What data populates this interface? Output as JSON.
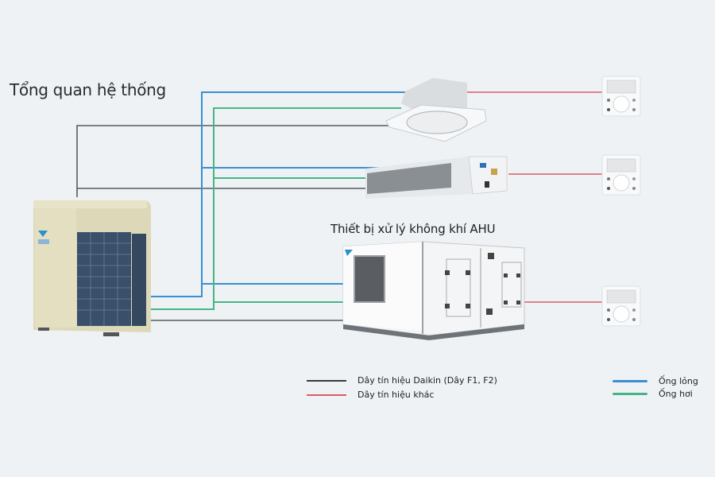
{
  "title": "Tổng quan hệ thống",
  "colors": {
    "background": "#eef2f5",
    "signal_daikin": "#555a5e",
    "signal_other": "#d95c66",
    "liquid_pipe": "#3a8fd1",
    "gas_pipe": "#46b585"
  },
  "units": {
    "outdoor": {
      "name": "outdoor-unit",
      "brand": "DAIKIN"
    },
    "cassette": {
      "name": "ceiling-cassette-unit"
    },
    "ducted": {
      "name": "ducted-unit"
    },
    "ahu": {
      "name": "air-handling-unit",
      "label": "Thiết bị xử lý không khí AHU"
    }
  },
  "controllers": [
    {
      "name": "remote-controller-cassette"
    },
    {
      "name": "remote-controller-ducted"
    },
    {
      "name": "remote-controller-ahu"
    }
  ],
  "legend": {
    "signal_daikin": "Dây tín hiệu Daikin (Dây F1, F2)",
    "signal_other": "Dây tín hiệu khác",
    "liquid_pipe": "Ống lỏng",
    "gas_pipe": "Ống hơi"
  }
}
